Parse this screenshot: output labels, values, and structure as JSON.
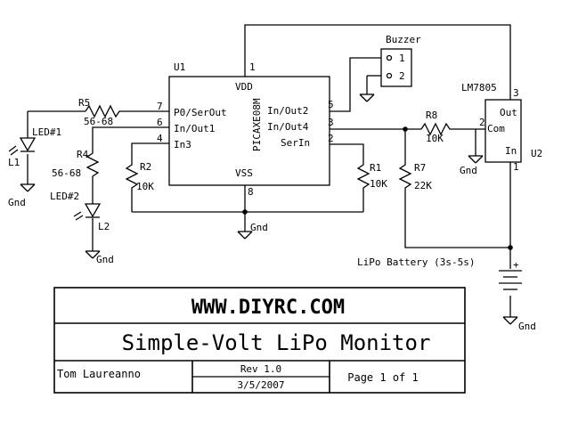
{
  "ic": {
    "ref": "U1",
    "part": "PICAXE08M",
    "pin_vdd": "VDD",
    "pin_vss": "VSS",
    "pin_p0": "P0/SerOut",
    "pin_in1": "In/Out1",
    "pin_in3": "In3",
    "pin_in2": "In/Out2",
    "pin_in4": "In/Out4",
    "pin_serin": "SerIn",
    "n1": "1",
    "n2": "2",
    "n3": "3",
    "n4": "4",
    "n5": "5",
    "n6": "6",
    "n7": "7",
    "n8": "8"
  },
  "reg": {
    "ref": "U2",
    "part": "LM7805",
    "out": "Out",
    "com": "Com",
    "in": "In",
    "n1": "1",
    "n2": "2",
    "n3": "3"
  },
  "buzzer": {
    "label": "Buzzer",
    "p1": "1",
    "p2": "2"
  },
  "resistors": {
    "r1": {
      "ref": "R1",
      "val": "10K"
    },
    "r2": {
      "ref": "R2",
      "val": "10K"
    },
    "r4": {
      "ref": "R4",
      "val": "56-68"
    },
    "r5": {
      "ref": "R5",
      "val": "56-68"
    },
    "r7": {
      "ref": "R7",
      "val": "22K"
    },
    "r8": {
      "ref": "R8",
      "val": "10K"
    }
  },
  "leds": {
    "led1": {
      "name": "LED#1",
      "ref": "L1"
    },
    "led2": {
      "name": "LED#2",
      "ref": "L2"
    }
  },
  "gnd": "Gnd",
  "battery": {
    "label": "LiPo Battery (3s-5s)",
    "plus": "+"
  },
  "title_block": {
    "url": "WWW.DIYRC.COM",
    "title": "Simple-Volt LiPo Monitor",
    "author": "Tom Laureanno",
    "rev": "Rev 1.0",
    "date": "3/5/2007",
    "page": "Page 1 of 1"
  }
}
